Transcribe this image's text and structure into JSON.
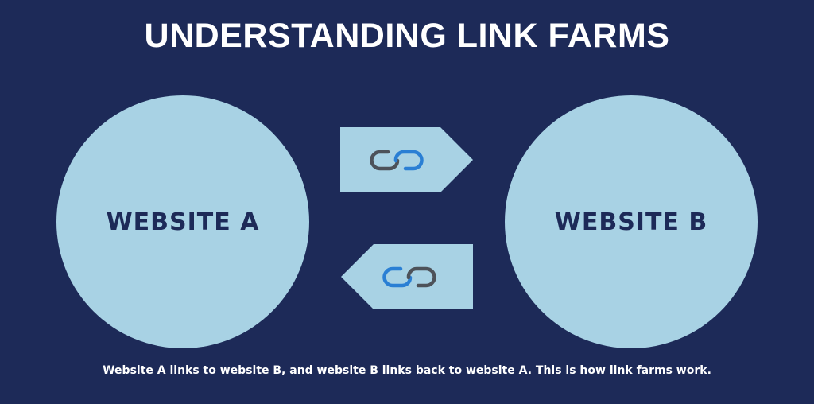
{
  "title": "UNDERSTANDING LINK FARMS",
  "nodes": [
    {
      "id": "a",
      "label": "WEBSITE A"
    },
    {
      "id": "b",
      "label": "WEBSITE B"
    }
  ],
  "edges": [
    {
      "from": "WEBSITE A",
      "to": "WEBSITE B",
      "icon": "link-icon"
    },
    {
      "from": "WEBSITE B",
      "to": "WEBSITE A",
      "icon": "link-icon"
    }
  ],
  "caption": "Website A links to website B, and website B links back to website A. This is how link farms work.",
  "colors": {
    "background": "#1d2a58",
    "shape_fill": "#a8d2e4",
    "label_text": "#1d2a58",
    "link_blue": "#2a7fd4",
    "link_gray": "#4d5259"
  }
}
